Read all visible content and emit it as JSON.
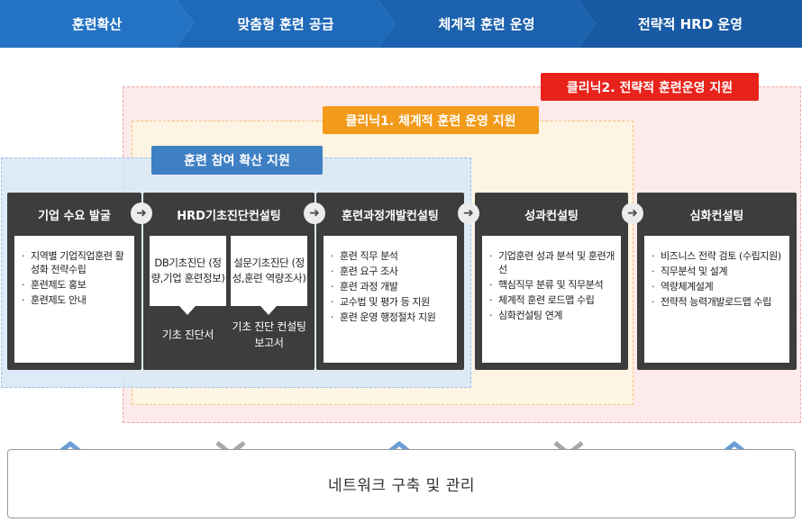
{
  "stages": [
    "훈련확산",
    "맞춤형 훈련 공급",
    "체계적 훈련 운영",
    "전략적 HRD 운영"
  ],
  "tags": {
    "clinic2": "클리닉2. 전략적 훈련운영 지원",
    "clinic1": "클리닉1. 체계적 훈련 운영 지원",
    "participation": "훈련 참여 확산 지원"
  },
  "cards": {
    "demand": {
      "title": "기업 수요 발굴",
      "items": [
        "지역별 기업직업훈련 활성화 전략수립",
        "훈련제도 홍보",
        "훈련제도 안내"
      ]
    },
    "hrd_basic": {
      "title": "HRD기초진단컨설팅",
      "db_diag": "DB기초진단 (정량,기업 훈련정보)",
      "survey_diag": "설문기초진단 (정성,훈련 역량조사)",
      "out1": "기초 진단서",
      "out2": "기초 진단 컨설팅 보고서"
    },
    "course_dev": {
      "title": "훈련과정개발컨설팅",
      "items": [
        "훈련 직무 분석",
        "훈련 요구 조사",
        "훈련 과정 개발",
        "교수법 및 평가 등 지원",
        "훈련 운영 행정절차 지원"
      ]
    },
    "performance": {
      "title": "성과컨설팅",
      "items": [
        "기업훈련 성과 분석 및 훈련개선",
        "핵심직무 분류 및 직무분석",
        "체계적 훈련 로드맵 수립",
        "심화컨설팅 연계"
      ]
    },
    "advanced": {
      "title": "심화컨설팅",
      "items": [
        "비즈니스 전략 검토 (수립지원)",
        "직무분석 및 설계",
        "역량체계설계",
        "전략적 능력개발로드맵 수립"
      ]
    }
  },
  "footer": "네트워크 구축 및 관리",
  "colors": {
    "stage_blue": "#1f69b9",
    "clinic2_red": "#e8231b",
    "clinic1_orange": "#f29a1a",
    "participation_blue": "#3f7fc3",
    "card_dark": "#3d3d3d"
  }
}
